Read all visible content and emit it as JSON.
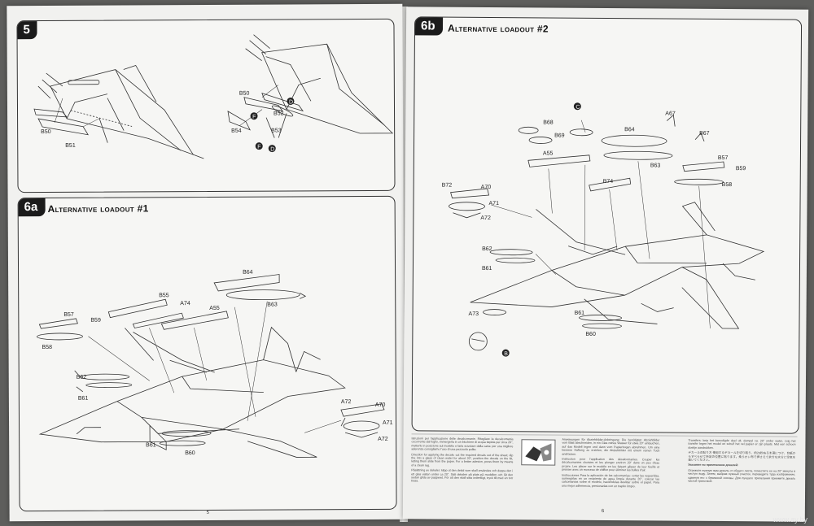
{
  "left_page": {
    "page_number": "5",
    "panel_5": {
      "step": "5",
      "parts": [
        "B50",
        "B51",
        "B50",
        "B52",
        "B53",
        "B54",
        "F",
        "D",
        "F",
        "D"
      ]
    },
    "panel_6a": {
      "step": "6a",
      "title": "Alternative loadout #1",
      "parts": [
        "B64",
        "B63",
        "A55",
        "B55",
        "A74",
        "B57",
        "B59",
        "B58",
        "B62",
        "B61",
        "B61",
        "B60",
        "A72",
        "A70",
        "A71",
        "A72"
      ]
    }
  },
  "right_page": {
    "page_number": "6",
    "panel_6b": {
      "step": "6b",
      "title": "Alternative loadout #2",
      "parts": [
        "B68",
        "B69",
        "C",
        "A67",
        "B64",
        "B67",
        "A55",
        "B63",
        "B57",
        "B59",
        "B58",
        "B72",
        "A70",
        "A71",
        "A72",
        "B74",
        "B62",
        "B61",
        "A73",
        "B",
        "B61",
        "B60"
      ]
    },
    "instructions": {
      "it": "Istruzioni per l'applicazione delle decalcomanie. Ritagliare la decalcomania occorrente dal foglio, immergerla in un bicchiere di acqua tiepida per circa 20\", metterle in posizione sul modello e farla scivolare dalla carta: per una migliore aderenza consigliamo l'uso di una pezzuola pulita.",
      "en": "Direction for applying the decals: cut the required decals out of the sheet; dip the into a glass of clean water for about 20\", position the decals on the kit, letting them slide from the paper. For a better adesion, press them by means of a clean rag.",
      "sv": "Påsättning av dekaler: klipp ut den dekal som skall användas och doppa den i ett glas vatten under ca 20\". Sätt dekalen på plats på modellen och låt den sedan glida av papperet. För att den skall sitta ordentligt, tryck till med en torr trasa.",
      "de": "Anweisungen für Abziehbilder-Anbringung: Die benötigten Abziehbilder vom Blatt abschneiden, in ein Glas reines Wasser für etwa 20\" eintauchen, auf das Modell legen und dann vom Papierbogen abnehmen. Um eine bessere Haftung zu erzielen, die Abziehbilder mit einem reinen Tuch andrücken.",
      "fr": "Instruction pour l'application des décalcomanies. Couper les décalcomanies choisies et les plonger environ 20\" dans un peu d'eau propre. Les placer sur le modèle en les faisant glisser de leur feuille et presser avec un morceau de chiffon pour éliminer les bulles d'air.",
      "es": "Instrucciones Para la aplicación de las calcomanías: cortar las requeridas, sumergirlas en un recipiente de agua limpia durante 20\", colocar las calcomanías sobre el modelo, haciéndolas deslizar sobre el papel. Para una mejor adherencia, presionarlas con un trapito limpio.",
      "nl": "Transfers: knip het benodigde deel uit, dompel ca. 20\" onder water, zuig het transfer tegen het model en schuif het vel papier er zijn plaats. Met een schoon doekje aandrukken.",
      "jp": "デカールの貼り方 使用するデカールを切り取り、約20秒ぬるま湯につけ、台紙からすべらせて所定の位置に貼ります。柔らかい布で押さえて余分な水分と空気を抜いてください。",
      "ru_title": "Указание по применению декалей:",
      "ru": "Отрежьте нужную вам декаль от общего листа, поместите ее на 20\" минуты в чистую воду. Затем, выбрав нужный участок, переведите туда изображение, сдвинув его с бумажной основы. Для лучшего прилегания прижмите декаль чистой тряпочкой."
    },
    "watermark": "www.ay.by"
  }
}
